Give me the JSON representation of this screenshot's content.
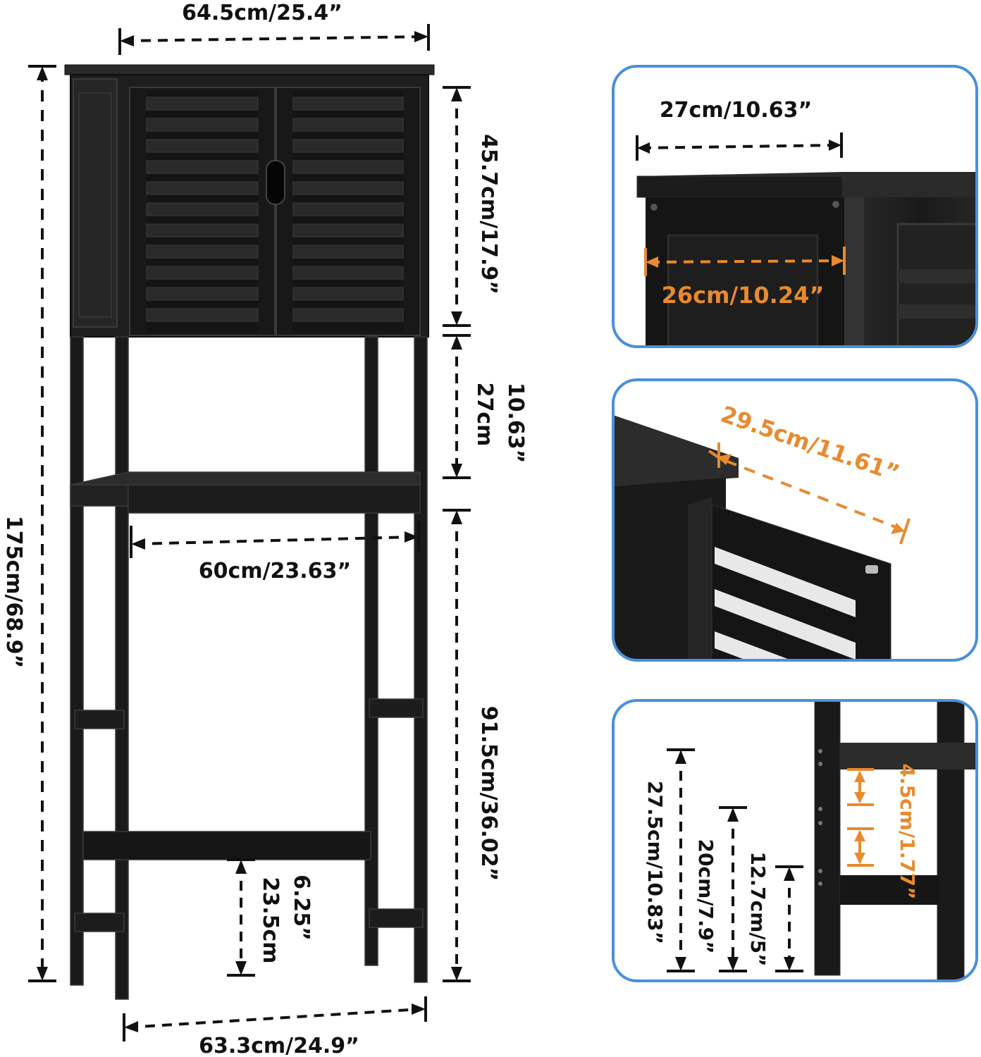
{
  "colors": {
    "background": "#ffffff",
    "furniture": "#1c1c1c",
    "furniture_edge": "#3a3a3a",
    "dimension_line": "#111111",
    "accent_orange": "#e88a2e",
    "callout_border": "#4a90d9"
  },
  "main_unit": {
    "top_width": "64.5cm/25.4”",
    "total_height": "175cm/68.9”",
    "cabinet_height": "45.7cm/17.9”",
    "shelf_gap_in": "10.63”",
    "shelf_gap_cm": "27cm",
    "inner_width": "60cm/23.63”",
    "toilet_clearance": "91.5cm/36.02”",
    "bottom_bar_in": "6.25”",
    "bottom_bar_cm": "23.5cm",
    "base_width": "63.3cm/24.9”"
  },
  "callouts": {
    "depth": {
      "outer": "27cm/10.63”",
      "inner": "26cm/10.24”"
    },
    "door": {
      "diagonal": "29.5cm/11.61”"
    },
    "shelf_adjust": {
      "h1": "27.5cm/10.83”",
      "h2": "20cm/7.9”",
      "h3": "12.7cm/5”",
      "step": "4.5cm/1.77”"
    }
  }
}
